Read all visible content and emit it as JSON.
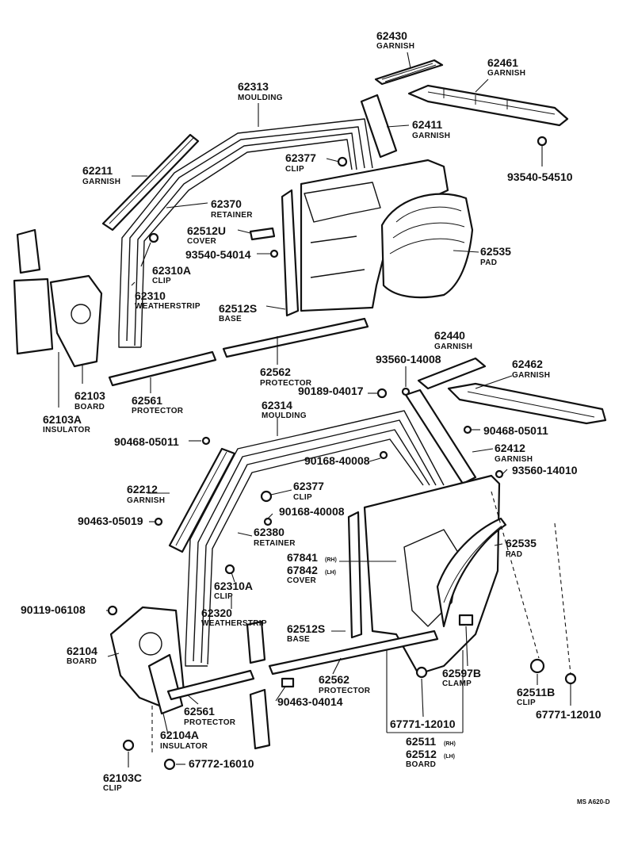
{
  "callouts": [
    {
      "id": "c62430",
      "number": "62430",
      "name": "GARNISH"
    },
    {
      "id": "c62461",
      "number": "62461",
      "name": "GARNISH"
    },
    {
      "id": "c62313",
      "number": "62313",
      "name": "MOULDING"
    },
    {
      "id": "c62411",
      "number": "62411",
      "name": "GARNISH"
    },
    {
      "id": "c62211",
      "number": "62211",
      "name": "GARNISH"
    },
    {
      "id": "c62377a",
      "number": "62377",
      "name": "CLIP"
    },
    {
      "id": "c93540a",
      "number": "93540-54510",
      "name": ""
    },
    {
      "id": "c62370",
      "number": "62370",
      "name": "RETAINER"
    },
    {
      "id": "c62512u",
      "number": "62512U",
      "name": "COVER"
    },
    {
      "id": "c93540b",
      "number": "93540-54014",
      "name": ""
    },
    {
      "id": "c62535a",
      "number": "62535",
      "name": "PAD"
    },
    {
      "id": "c62310a",
      "number": "62310A",
      "name": "CLIP"
    },
    {
      "id": "c62310",
      "number": "62310",
      "name": "WEATHERSTRIP"
    },
    {
      "id": "c62512s",
      "number": "62512S",
      "name": "BASE"
    },
    {
      "id": "c62440",
      "number": "62440",
      "name": "GARNISH"
    },
    {
      "id": "c93560a",
      "number": "93560-14008",
      "name": ""
    },
    {
      "id": "c62462",
      "number": "62462",
      "name": "GARNISH"
    },
    {
      "id": "c62562a",
      "number": "62562",
      "name": "PROTECTOR"
    },
    {
      "id": "c90189",
      "number": "90189-04017",
      "name": ""
    },
    {
      "id": "c62103",
      "number": "62103",
      "name": "BOARD"
    },
    {
      "id": "c62561a",
      "number": "62561",
      "name": "PROTECTOR"
    },
    {
      "id": "c62314",
      "number": "62314",
      "name": "MOULDING"
    },
    {
      "id": "c62103a",
      "number": "62103A",
      "name": "INSULATOR"
    },
    {
      "id": "c90468a",
      "number": "90468-05011",
      "name": ""
    },
    {
      "id": "c90468b",
      "number": "90468-05011",
      "name": ""
    },
    {
      "id": "c62412",
      "number": "62412",
      "name": "GARNISH"
    },
    {
      "id": "c90168a",
      "number": "90168-40008",
      "name": ""
    },
    {
      "id": "c93560b",
      "number": "93560-14010",
      "name": ""
    },
    {
      "id": "c62212",
      "number": "62212",
      "name": "GARNISH"
    },
    {
      "id": "c62377b",
      "number": "62377",
      "name": "CLIP"
    },
    {
      "id": "c90463a",
      "number": "90463-05019",
      "name": ""
    },
    {
      "id": "c90168b",
      "number": "90168-40008",
      "name": ""
    },
    {
      "id": "c62380",
      "number": "62380",
      "name": "RETAINER"
    },
    {
      "id": "c62535b",
      "number": "62535",
      "name": "PAD"
    },
    {
      "id": "c62310a2",
      "number": "62310A",
      "name": "CLIP"
    },
    {
      "id": "c90119",
      "number": "90119-06108",
      "name": ""
    },
    {
      "id": "c62320",
      "number": "62320",
      "name": "WEATHERSTRIP"
    },
    {
      "id": "c62512s2",
      "number": "62512S",
      "name": "BASE"
    },
    {
      "id": "c62104",
      "number": "62104",
      "name": "BOARD"
    },
    {
      "id": "c62597b",
      "number": "62597B",
      "name": "CLAMP"
    },
    {
      "id": "c62562b",
      "number": "62562",
      "name": "PROTECTOR"
    },
    {
      "id": "c62511b",
      "number": "62511B",
      "name": "CLIP"
    },
    {
      "id": "c90463b",
      "number": "90463-04014",
      "name": ""
    },
    {
      "id": "c62561b",
      "number": "62561",
      "name": "PROTECTOR"
    },
    {
      "id": "c67771a",
      "number": "67771-12010",
      "name": ""
    },
    {
      "id": "c67771b",
      "number": "67771-12010",
      "name": ""
    },
    {
      "id": "c62104a",
      "number": "62104A",
      "name": "INSULATOR"
    },
    {
      "id": "c67772",
      "number": "67772-16010",
      "name": ""
    },
    {
      "id": "c62103c",
      "number": "62103C",
      "name": "CLIP"
    }
  ],
  "cover_67841": {
    "number1": "67841",
    "side1": "(RH)",
    "number2": "67842",
    "side2": "(LH)",
    "name": "COVER"
  },
  "board_62511": {
    "number1": "62511",
    "side1": "(RH)",
    "number2": "62512",
    "side2": "(LH)",
    "name": "BOARD"
  },
  "footer_code": "MS A620-D"
}
